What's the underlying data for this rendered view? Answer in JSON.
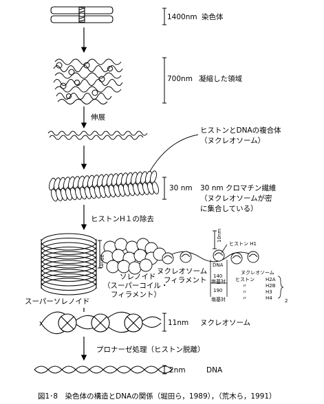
{
  "caption": "図1･8　染色体の構造とDNAの関係（堀田ら，1989），（荒木ら，1991）",
  "stages": {
    "chromosome": {
      "size": "1400nm",
      "label": "染色体"
    },
    "condensed": {
      "size": "700nm",
      "label": "凝縮した領域"
    },
    "extension": {
      "label": "伸展"
    },
    "nucleosome_complex": {
      "line1": "ヒストンとDNAの複合体",
      "line2": "（ヌクレオソーム）"
    },
    "chromatin30": {
      "size": "30 nm",
      "line1": "30 nm クロマチン繊維",
      "line2": "（ヌクレオソームが密",
      "line3": "に集合している）"
    },
    "h1_removal": {
      "label": "ヒストンH１の除去"
    },
    "solenoid": {
      "size": "30nm",
      "solenoid_line1": "ソレノイド",
      "solenoid_line2": "（スーパーコイル・",
      "solenoid_line3": "フィラメント）",
      "super_solenoid": "スーパーソレノイド",
      "filament_line1": "ヌクレオソーム",
      "filament_line2": "フィラメント"
    },
    "detail": {
      "size_10nm": "10nm",
      "histone_h1": "ヒストン H1",
      "dna": "DNA",
      "bp140": "140",
      "bp_unit1": "塩基対",
      "bp190": "190",
      "bp_unit2": "塩基対",
      "nucleosome_title": "ヌクレオソーム",
      "histone": "ヒストン",
      "h2a": "H2A",
      "h2b": "H2B",
      "h3": "H3",
      "h4": "H4",
      "ditto": "〃",
      "times2": "2"
    },
    "nucleosome": {
      "size": "11nm",
      "label": "ヌクレオソーム"
    },
    "pronase": {
      "label": "プロナーゼ処理（ヒストン脱離）"
    },
    "dna": {
      "size": "2nm",
      "label": "DNA"
    }
  }
}
